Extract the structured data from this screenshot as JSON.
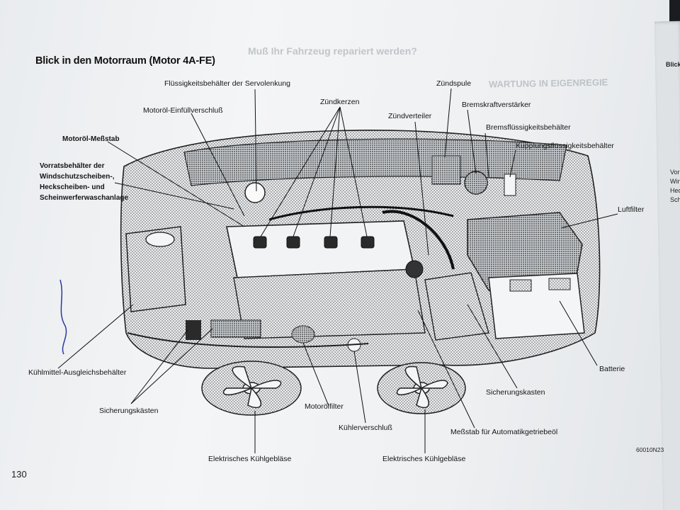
{
  "page": {
    "title": "Blick in den Motorraum (Motor 4A-FE)",
    "number": "130",
    "figure_code": "60010N23",
    "right_page_fragments": [
      "Blick",
      "Vor",
      "Win",
      "Hec",
      "Sch"
    ]
  },
  "labels": {
    "servolenkung": "Flüssigkeitsbehälter der Servolenkung",
    "einfuell": "Motoröl-Einfüllverschluß",
    "messstab": "Motoröl-Meßstab",
    "vorrat_1": "Vorratsbehälter der",
    "vorrat_2": "Windschutzscheiben-,",
    "vorrat_3": "Heckscheiben- und",
    "vorrat_4": "Scheinwerferwaschanlage",
    "zuendkerzen": "Zündkerzen",
    "zuendspule": "Zündspule",
    "bremskraft": "Bremskraftverstärker",
    "zuendverteiler": "Zündverteiler",
    "bremsfluessig": "Bremsflüssigkeitsbehälter",
    "kupplung": "Kupplungsflüssigkeitsbehälter",
    "luftfilter": "Luftfilter",
    "batterie": "Batterie",
    "kuehlmittel": "Kühlmittel-Ausgleichsbehälter",
    "sicherungskaesten": "Sicherungskästen",
    "motoroelfilter": "Motorölfilter",
    "kuehlerverschluss": "Kühlerverschluß",
    "sicherungskasten": "Sicherungskasten",
    "atf": "Meßstab für Automatikgetriebeöl",
    "kuehlgeblaese_l": "Elektrisches Kühlgebläse",
    "kuehlgeblaese_r": "Elektrisches Kühlgebläse"
  },
  "ghost_text": {
    "header": "Muß Ihr Fahrzeug repariert werden?",
    "right_heading": "WARTUNG IN EIGENREGIE"
  }
}
